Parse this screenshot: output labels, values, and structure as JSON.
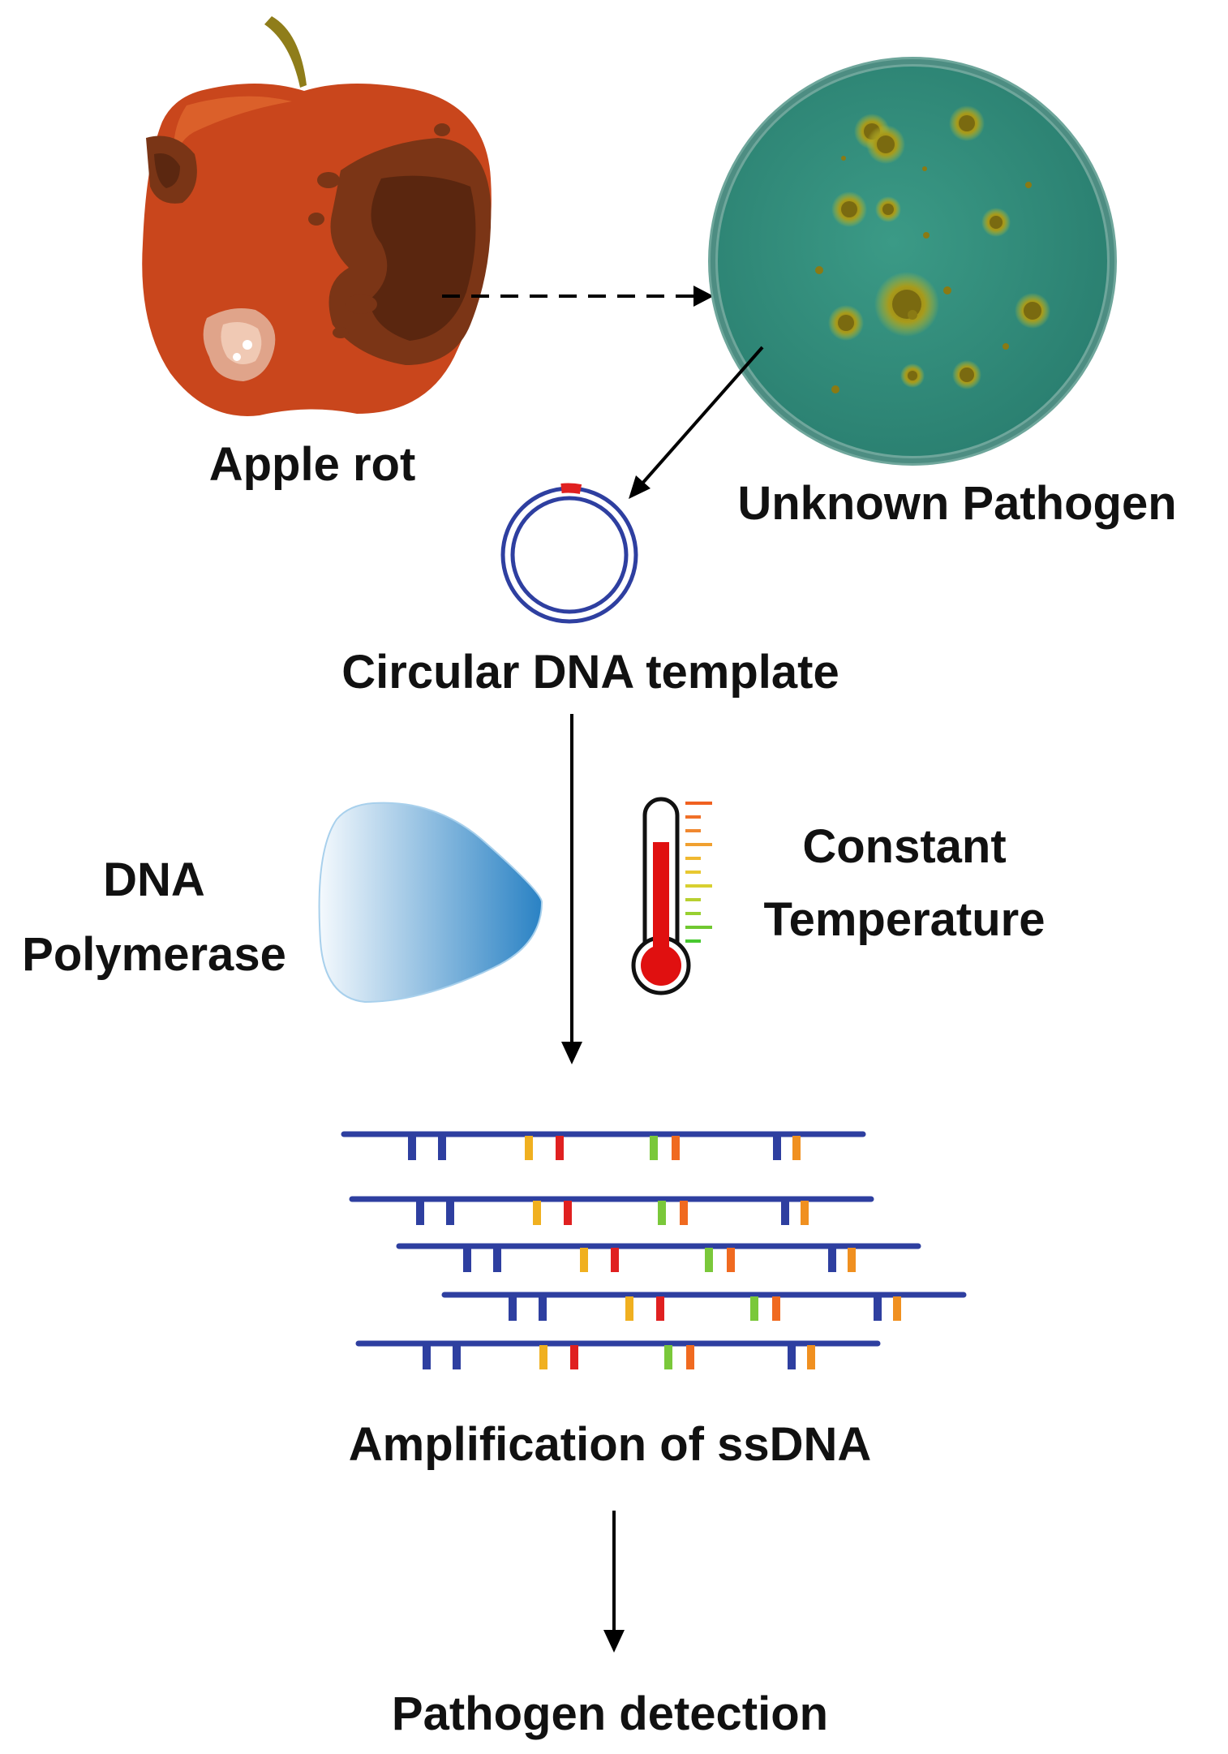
{
  "labels": {
    "apple": "Apple rot",
    "pathogen": "Unknown Pathogen",
    "template": "Circular DNA template",
    "polymerase_line1": "DNA",
    "polymerase_line2": "Polymerase",
    "temperature_line1": "Constant",
    "temperature_line2": "Temperature",
    "amplification": "Amplification of ssDNA",
    "detection": "Pathogen detection"
  },
  "colors": {
    "apple_body": "#c9461c",
    "apple_rot": "#6b2e14",
    "petri_fill": "#2f8f7c",
    "colony": "#8a7a14",
    "dna_strand": "#2e3fa0",
    "plasmid_mark": "#e02020",
    "thermometer_red": "#e01010",
    "polymerase_blue": "#2a82c4"
  },
  "icons": [
    "rotten-apple-icon",
    "petri-dish-icon",
    "plasmid-icon",
    "polymerase-icon",
    "thermometer-icon",
    "ssdna-strands-icon"
  ]
}
